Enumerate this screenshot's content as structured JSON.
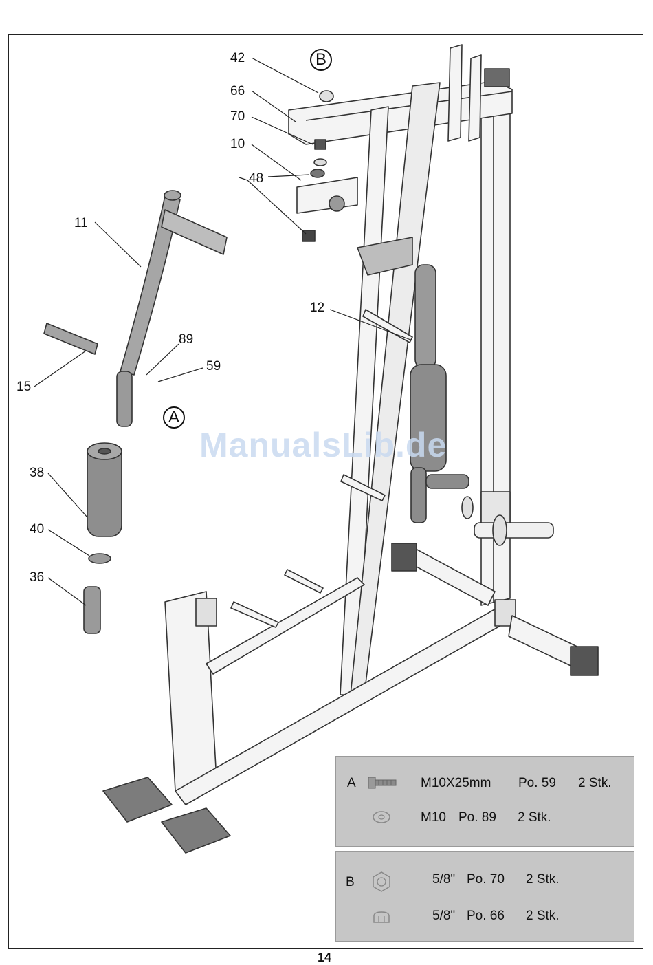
{
  "markers": {
    "a": "A",
    "b": "B"
  },
  "callouts": {
    "c42": "42",
    "c66": "66",
    "c70": "70",
    "c10": "10",
    "c48": "48",
    "c11": "11",
    "c12": "12",
    "c89": "89",
    "c59": "59",
    "c15": "15",
    "c38": "38",
    "c40": "40",
    "c36": "36"
  },
  "watermark": "ManualsLib.de",
  "parts": {
    "group_a": {
      "letter": "A",
      "rows": [
        {
          "icon": "bolt-icon",
          "size": "M10X25mm",
          "pos": "Po. 59",
          "qty": "2 Stk."
        },
        {
          "icon": "washer-icon",
          "size": "M10",
          "pos": "Po. 89",
          "qty": "2 Stk."
        }
      ]
    },
    "group_b": {
      "letter": "B",
      "rows": [
        {
          "icon": "nut-icon",
          "size": "5/8\"",
          "pos": "Po. 70",
          "qty": "2 Stk."
        },
        {
          "icon": "cap-nut-icon",
          "size": "5/8\"",
          "pos": "Po. 66",
          "qty": "2 Stk."
        }
      ]
    }
  },
  "page_number": "14"
}
